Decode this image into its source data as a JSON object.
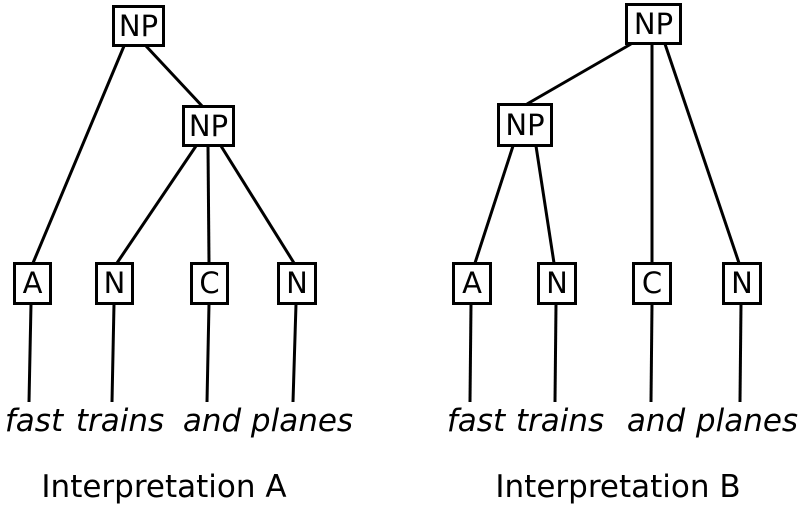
{
  "colors": {
    "background": "#ffffff",
    "line": "#000000",
    "text": "#000000"
  },
  "trees": [
    {
      "caption": "Interpretation A",
      "root_label": "NP",
      "inner_label": "NP",
      "leaves": [
        "A",
        "N",
        "C",
        "N"
      ],
      "words": [
        "fast",
        "trains",
        "and",
        "planes"
      ]
    },
    {
      "caption": "Interpretation B",
      "root_label": "NP",
      "inner_label": "NP",
      "leaves": [
        "A",
        "N",
        "C",
        "N"
      ],
      "words": [
        "fast",
        "trains",
        "and",
        "planes"
      ]
    }
  ]
}
